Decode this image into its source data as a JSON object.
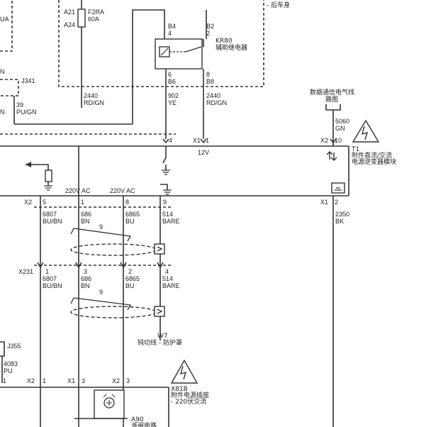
{
  "fuse": {
    "name": "F2RA",
    "rating": "60A",
    "pin_top": "A21",
    "pin_bottom": "A24"
  },
  "relay": {
    "id": "KR80",
    "name": "辅助继电器",
    "pin_tl": "B4",
    "pin_tl2": "4",
    "pin_tr": "B2",
    "pin_tr2": "2",
    "pin_bl": "6",
    "pin_bl2": "B6",
    "pin_br": "8",
    "pin_br2": "B8"
  },
  "top_right_label": "- 后车身",
  "left_labels": {
    "ua": "UA",
    "n1": "N",
    "j341": "J341",
    "pin39": "39",
    "wire39": "PU/GN",
    "n2": "N"
  },
  "wires_top": [
    {
      "circuit": "2440",
      "color": "RD/GN"
    },
    {
      "circuit": "902",
      "color": "YE"
    },
    {
      "circuit": "2440",
      "color": "RD/GN"
    }
  ],
  "data_comm": {
    "line1": "数据通信电气线",
    "line2": "路图"
  },
  "wire5060": {
    "circuit": "5060",
    "color": "GN"
  },
  "module_t1": {
    "id": "T1",
    "line1": "附件直流/交流",
    "line2": "电源逆变器模块"
  },
  "connector_x1_top": {
    "name": "X1",
    "pin": "1",
    "pin4": "4",
    "voltage": "12V"
  },
  "connector_x2_top": {
    "name": "X2",
    "pin": "10"
  },
  "ac_labels": [
    "220V AC",
    "220V AC"
  ],
  "connector_x2_mid": {
    "name": "X2",
    "pins": [
      "5",
      "1",
      "8",
      "9"
    ]
  },
  "connector_x1_mid": {
    "name": "X1",
    "pin": "2"
  },
  "mid_wires": [
    {
      "circuit": "6807",
      "color": "BU/BN"
    },
    {
      "circuit": "686",
      "color": "BN"
    },
    {
      "circuit": "6865",
      "color": "BU"
    },
    {
      "circuit": "514",
      "color": "BARE"
    }
  ],
  "wire2350": {
    "circuit": "2350",
    "color": "BK"
  },
  "twist1": "9",
  "twist2": "9",
  "x231": {
    "name": "X231",
    "pins": [
      "1",
      "3",
      "2",
      "4"
    ]
  },
  "low_wires": [
    {
      "circuit": "6807",
      "color": "BU/BN"
    },
    {
      "circuit": "686",
      "color": "BN"
    },
    {
      "circuit": "6865",
      "color": "BU"
    },
    {
      "circuit": "514",
      "color": "BARE"
    }
  ],
  "w7": {
    "id": "W7",
    "name": "钝切线 - 防护罩"
  },
  "j355": {
    "name": "J355",
    "circuit": "4083",
    "color": "PU"
  },
  "bottom_conn": {
    "p1": "1",
    "x2a": "X2",
    "p1b": "1",
    "x1": "X1",
    "p3": "3",
    "x2b": "X2",
    "p3b": "3"
  },
  "x81b": {
    "id": "X81B",
    "line1": "附件电源插座",
    "line2": "- 220伏交流"
  },
  "a90": {
    "id": "A90",
    "name": "遥闸电路"
  }
}
